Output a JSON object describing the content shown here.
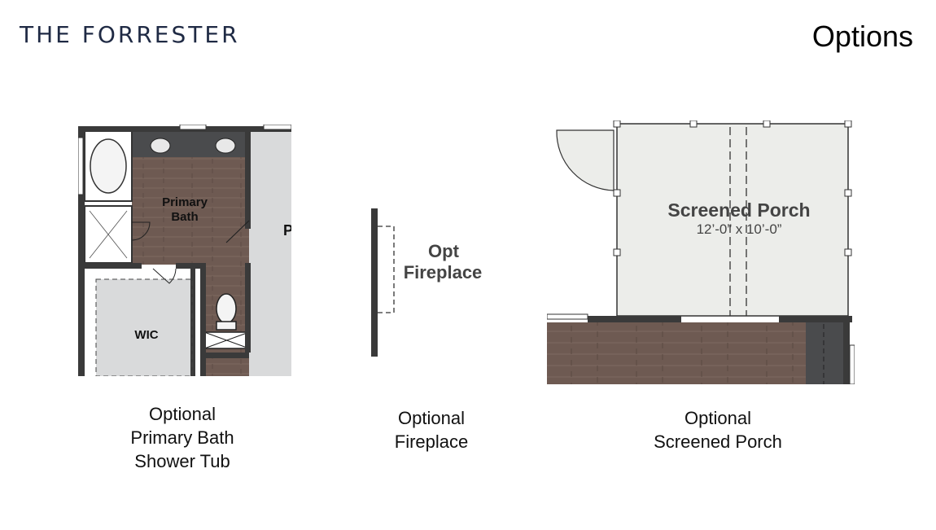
{
  "header": {
    "brand": "THE FORRESTER",
    "page_title": "Options"
  },
  "options": [
    {
      "caption_lines": [
        "Optional",
        "Primary Bath",
        "Shower Tub"
      ],
      "plan_labels": {
        "room_1": "Primary",
        "room_2": "Bath",
        "closet": "WIC",
        "cut_letter": "P"
      }
    },
    {
      "caption_lines": [
        "Optional",
        "Fireplace"
      ],
      "plan_labels": {
        "line_1": "Opt",
        "line_2": "Fireplace"
      }
    },
    {
      "caption_lines": [
        "Optional",
        "Screened Porch"
      ],
      "plan_labels": {
        "room": "Screened Porch",
        "dimensions": "12’-0” x 10’-0”"
      }
    }
  ],
  "colors": {
    "brand": "#1f2a44",
    "wall": "#3a3a3a",
    "wood_floor": "#6e5a52",
    "tile_floor": "#d9dadb",
    "porch_floor": "#ecedea",
    "counter": "#4a4b4d"
  }
}
